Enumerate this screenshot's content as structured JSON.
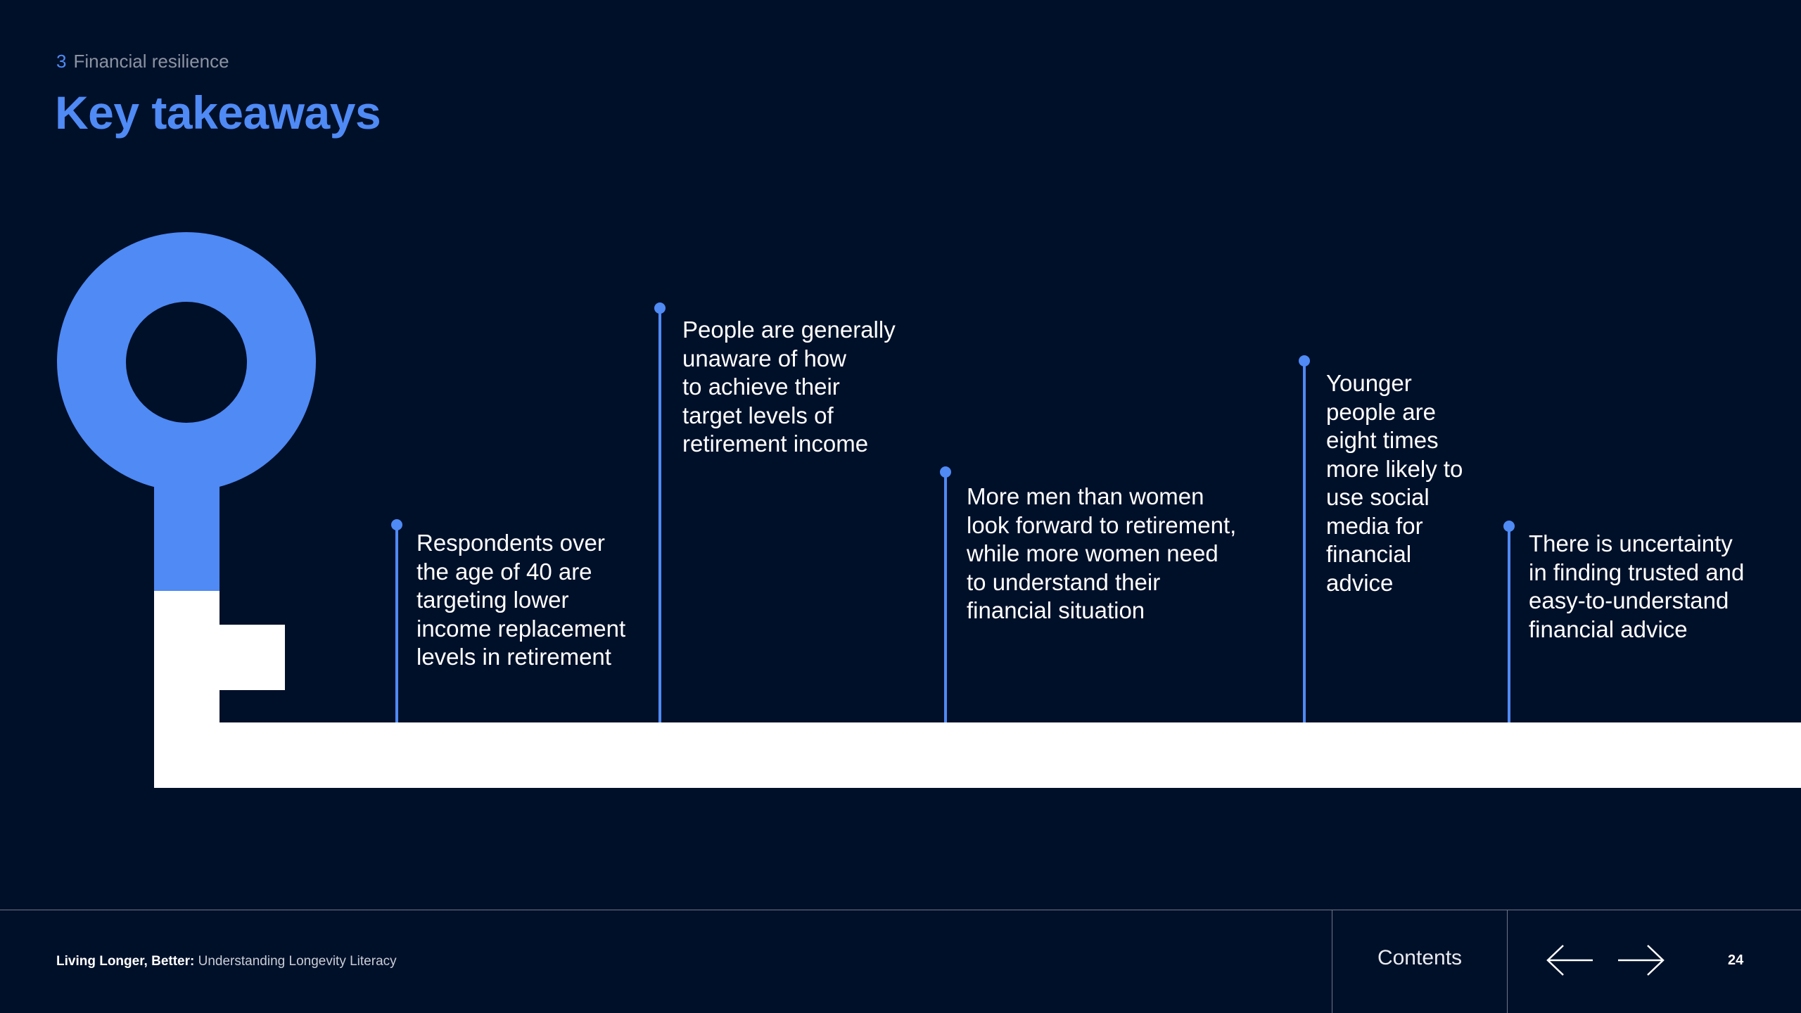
{
  "header": {
    "section_number": "3",
    "section_title": "Financial resilience",
    "title": "Key takeaways"
  },
  "takeaways": [
    {
      "line1": "Respondents over",
      "line2": "the age of 40 are",
      "line3": "targeting lower",
      "line4": "income replacement",
      "line5": "levels in retirement"
    },
    {
      "line1": "People are generally",
      "line2": "unaware of how",
      "line3": "to achieve their",
      "line4": "target levels of",
      "line5": "retirement income"
    },
    {
      "line1": "More men than women",
      "line2": "look forward to retirement,",
      "line3": "while more women need",
      "line4": "to understand their",
      "line5": "financial situation"
    },
    {
      "line1": "Younger",
      "line2": "people are",
      "line3": "eight times",
      "line4": "more likely to",
      "line5": "use social",
      "line6": "media for",
      "line7": "financial",
      "line8": "advice"
    },
    {
      "line1": "There is uncertainty",
      "line2": "in finding trusted and",
      "line3": "easy-to-understand",
      "line4": "financial advice"
    }
  ],
  "footer": {
    "doc_title_bold": "Living Longer, Better:",
    "doc_title_rest": " Understanding Longevity Literacy",
    "contents_label": "Contents",
    "page_number": "24"
  },
  "icons": {
    "key": "key-illustration-icon",
    "prev": "arrow-left-icon",
    "next": "arrow-right-icon"
  },
  "colors": {
    "background": "#011029",
    "accent": "#4f8af5",
    "text": "#ffffff"
  }
}
